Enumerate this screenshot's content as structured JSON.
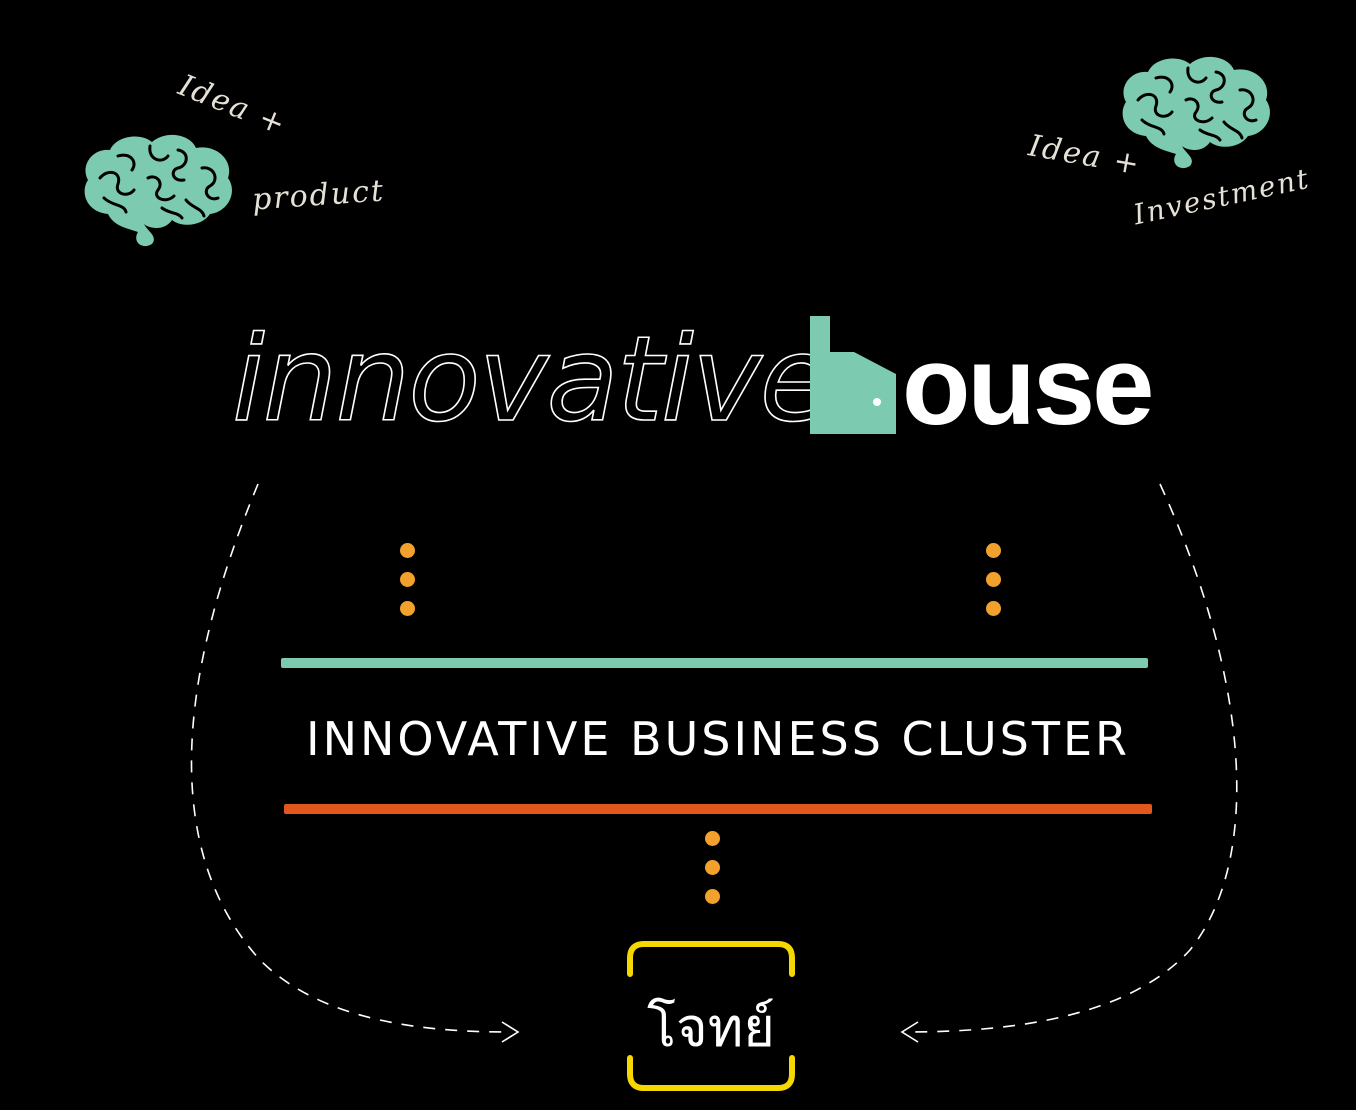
{
  "diagram": {
    "top_left_note": {
      "line1": "Idea +",
      "line2": "product",
      "icon": "brain-icon"
    },
    "top_right_note": {
      "line1": "Idea +",
      "line2": "Investment",
      "icon": "brain-icon"
    },
    "logo": {
      "word": "innovative",
      "house_icon": "house-h-icon",
      "suffix": "ouse"
    },
    "cluster_label": "INNOVATIVE BUSINESS CLUSTER",
    "brand_label": "โจทย์"
  },
  "colors": {
    "background": "#000000",
    "mint": "#7ccbb0",
    "orange_bar": "#e2571c",
    "dots": "#f2a22c",
    "frame": "#f5d800",
    "text": "#ffffff"
  }
}
